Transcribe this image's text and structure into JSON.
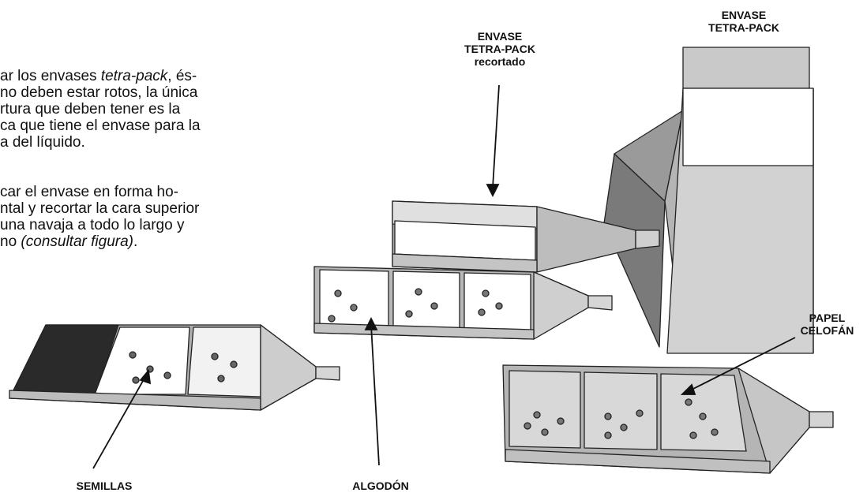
{
  "paragraph_1": {
    "line_1_pre": "ar los envases ",
    "line_1_em": "tetra-pack",
    "line_1_post": ", és-",
    "line_2": "no deben estar rotos, la única",
    "line_3": "rtura que deben tener es la",
    "line_4": "ca que tiene el envase para la",
    "line_5": "a del líquido."
  },
  "paragraph_2": {
    "line_1": "car el envase en forma ho-",
    "line_2": "ntal y recortar la cara superior",
    "line_3": "una navaja a todo lo largo y",
    "line_4_pre": "no ",
    "line_4_em": "(consultar figura)",
    "line_4_post": "."
  },
  "labels": {
    "envase_recortado": [
      "ENVASE",
      "TETRA-PACK",
      "recortado"
    ],
    "envase": [
      "ENVASE",
      "TETRA-PACK"
    ],
    "papel_celofan": [
      "PAPEL",
      "CELOFÁN"
    ],
    "semillas": "SEMILLAS",
    "algodon": "ALGODÓN"
  }
}
